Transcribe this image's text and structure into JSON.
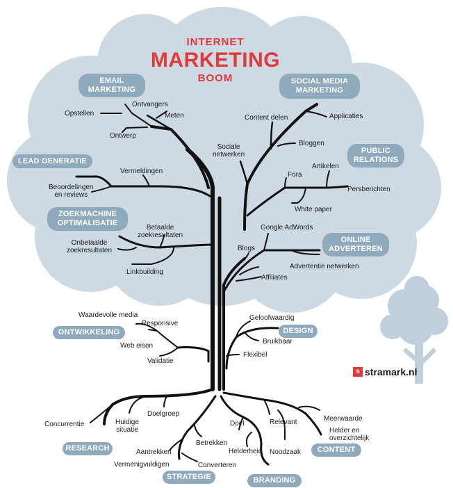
{
  "title": {
    "line1": "INTERNET",
    "line2": "MARKETING",
    "line3": "BOOM"
  },
  "brand": {
    "name": "stramark.nl",
    "icon": "s-logo-icon",
    "color": "#e2393a"
  },
  "colors": {
    "cloud": "#cdd9e3",
    "pill": "#8fa9bd",
    "title": "#e2393a",
    "trunk": "#111111",
    "small_tree": "#bfd0dc"
  },
  "categories": {
    "email": "EMAIL\nMARKETING",
    "social": "SOCIAL MEDIA\nMARKETING",
    "lead": "LEAD GENERATIE",
    "pr": "PUBLIC\nRELATIONS",
    "seo": "ZOEKMACHINE\nOPTIMALISATIE",
    "online": "ONLINE\nADVERTEREN",
    "ontwikkeling": "ONTWIKKELING",
    "design": "DESIGN",
    "research": "RESEARCH",
    "content": "CONTENT",
    "strategie": "STRATEGIE",
    "branding": "BRANDING"
  },
  "leaves": {
    "ontvangers": "Ontvangers",
    "opstellen": "Opstellen",
    "meten": "Meten",
    "ontwerp": "Ontwerp",
    "content_delen": "Content delen",
    "applicaties": "Applicaties",
    "sociale_netwerken": "Sociale\nnetwerken",
    "bloggen": "Bloggen",
    "vermeldingen": "Vermeldingen",
    "beoordelingen": "Beoordelingen\nen reviews",
    "fora": "Fora",
    "artikelen": "Artikelen",
    "persberichten": "Persberichten",
    "white_paper": "White paper",
    "betaalde": "Betaalde\nzoekresultaten",
    "onbetaalde": "Onbetaalde\nzoekresultaten",
    "google_adwords": "Google AdWords",
    "blogs": "Blogs",
    "advertentie_netwerken": "Advertentie netwerken",
    "affiliates": "Affiliates",
    "linkbuilding": "Linkbuilding"
  },
  "roots": {
    "waardevolle_media": "Waardevolle media",
    "responsive": "Responsive",
    "web_eisen": "Web eisen",
    "validatie": "Validatie",
    "geloofwaardig": "Geloofwaardig",
    "bruikbaar": "Bruikbaar",
    "flexibel": "Flexibel",
    "concurrentie": "Concurrentie",
    "huidige_situatie": "Huidige\nsituatie",
    "doelgroep": "Doelgroep",
    "doel": "Doel",
    "relevant": "Relevant",
    "meerwaarde": "Meerwaarde",
    "helder_overzichtelijk": "Helder en\noverzichtelijk",
    "betrekken": "Betrekken",
    "aantrekken": "Aantrekken",
    "helderheid": "Helderheid",
    "noodzaak": "Noodzaak",
    "vermenigvuldigen": "Vermenigvuldigen",
    "converteren": "Converteren"
  }
}
